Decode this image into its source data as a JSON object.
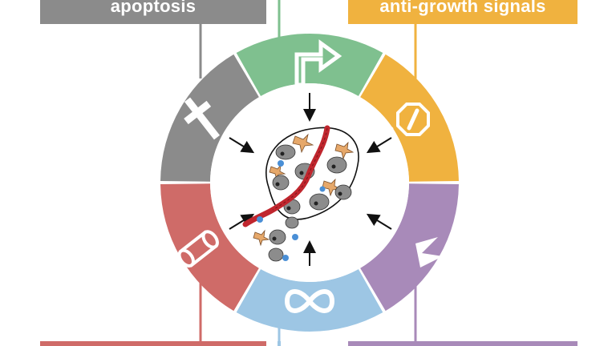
{
  "labels": {
    "top_left": "apoptosis",
    "top_right": "anti-growth signals"
  },
  "segments": [
    {
      "id": "growth-signals",
      "icon": "arrow-right-icon",
      "color": "#7fc08f"
    },
    {
      "id": "anti-growth-signals",
      "icon": "no-entry-icon",
      "color": "#f0b23f"
    },
    {
      "id": "angiogenesis",
      "icon": "notch-icon",
      "color": "#a88ab9"
    },
    {
      "id": "limitless-replication",
      "icon": "infinity-icon",
      "color": "#9dc6e4"
    },
    {
      "id": "tissue-invasion",
      "icon": "cylinder-icon",
      "color": "#cf6b68"
    },
    {
      "id": "apoptosis",
      "icon": "cross-icon",
      "color": "#8b8b8b"
    }
  ],
  "colors": {
    "gray": "#8b8b8b",
    "green": "#7fc08f",
    "orange": "#f0b23f",
    "purple": "#a88ab9",
    "blue": "#9dc6e4",
    "red": "#cf6b68",
    "vessel": "#c0262e",
    "cell": "#8c8c8c",
    "fibroblast": "#e6a86a",
    "immune": "#4a8fd6"
  }
}
